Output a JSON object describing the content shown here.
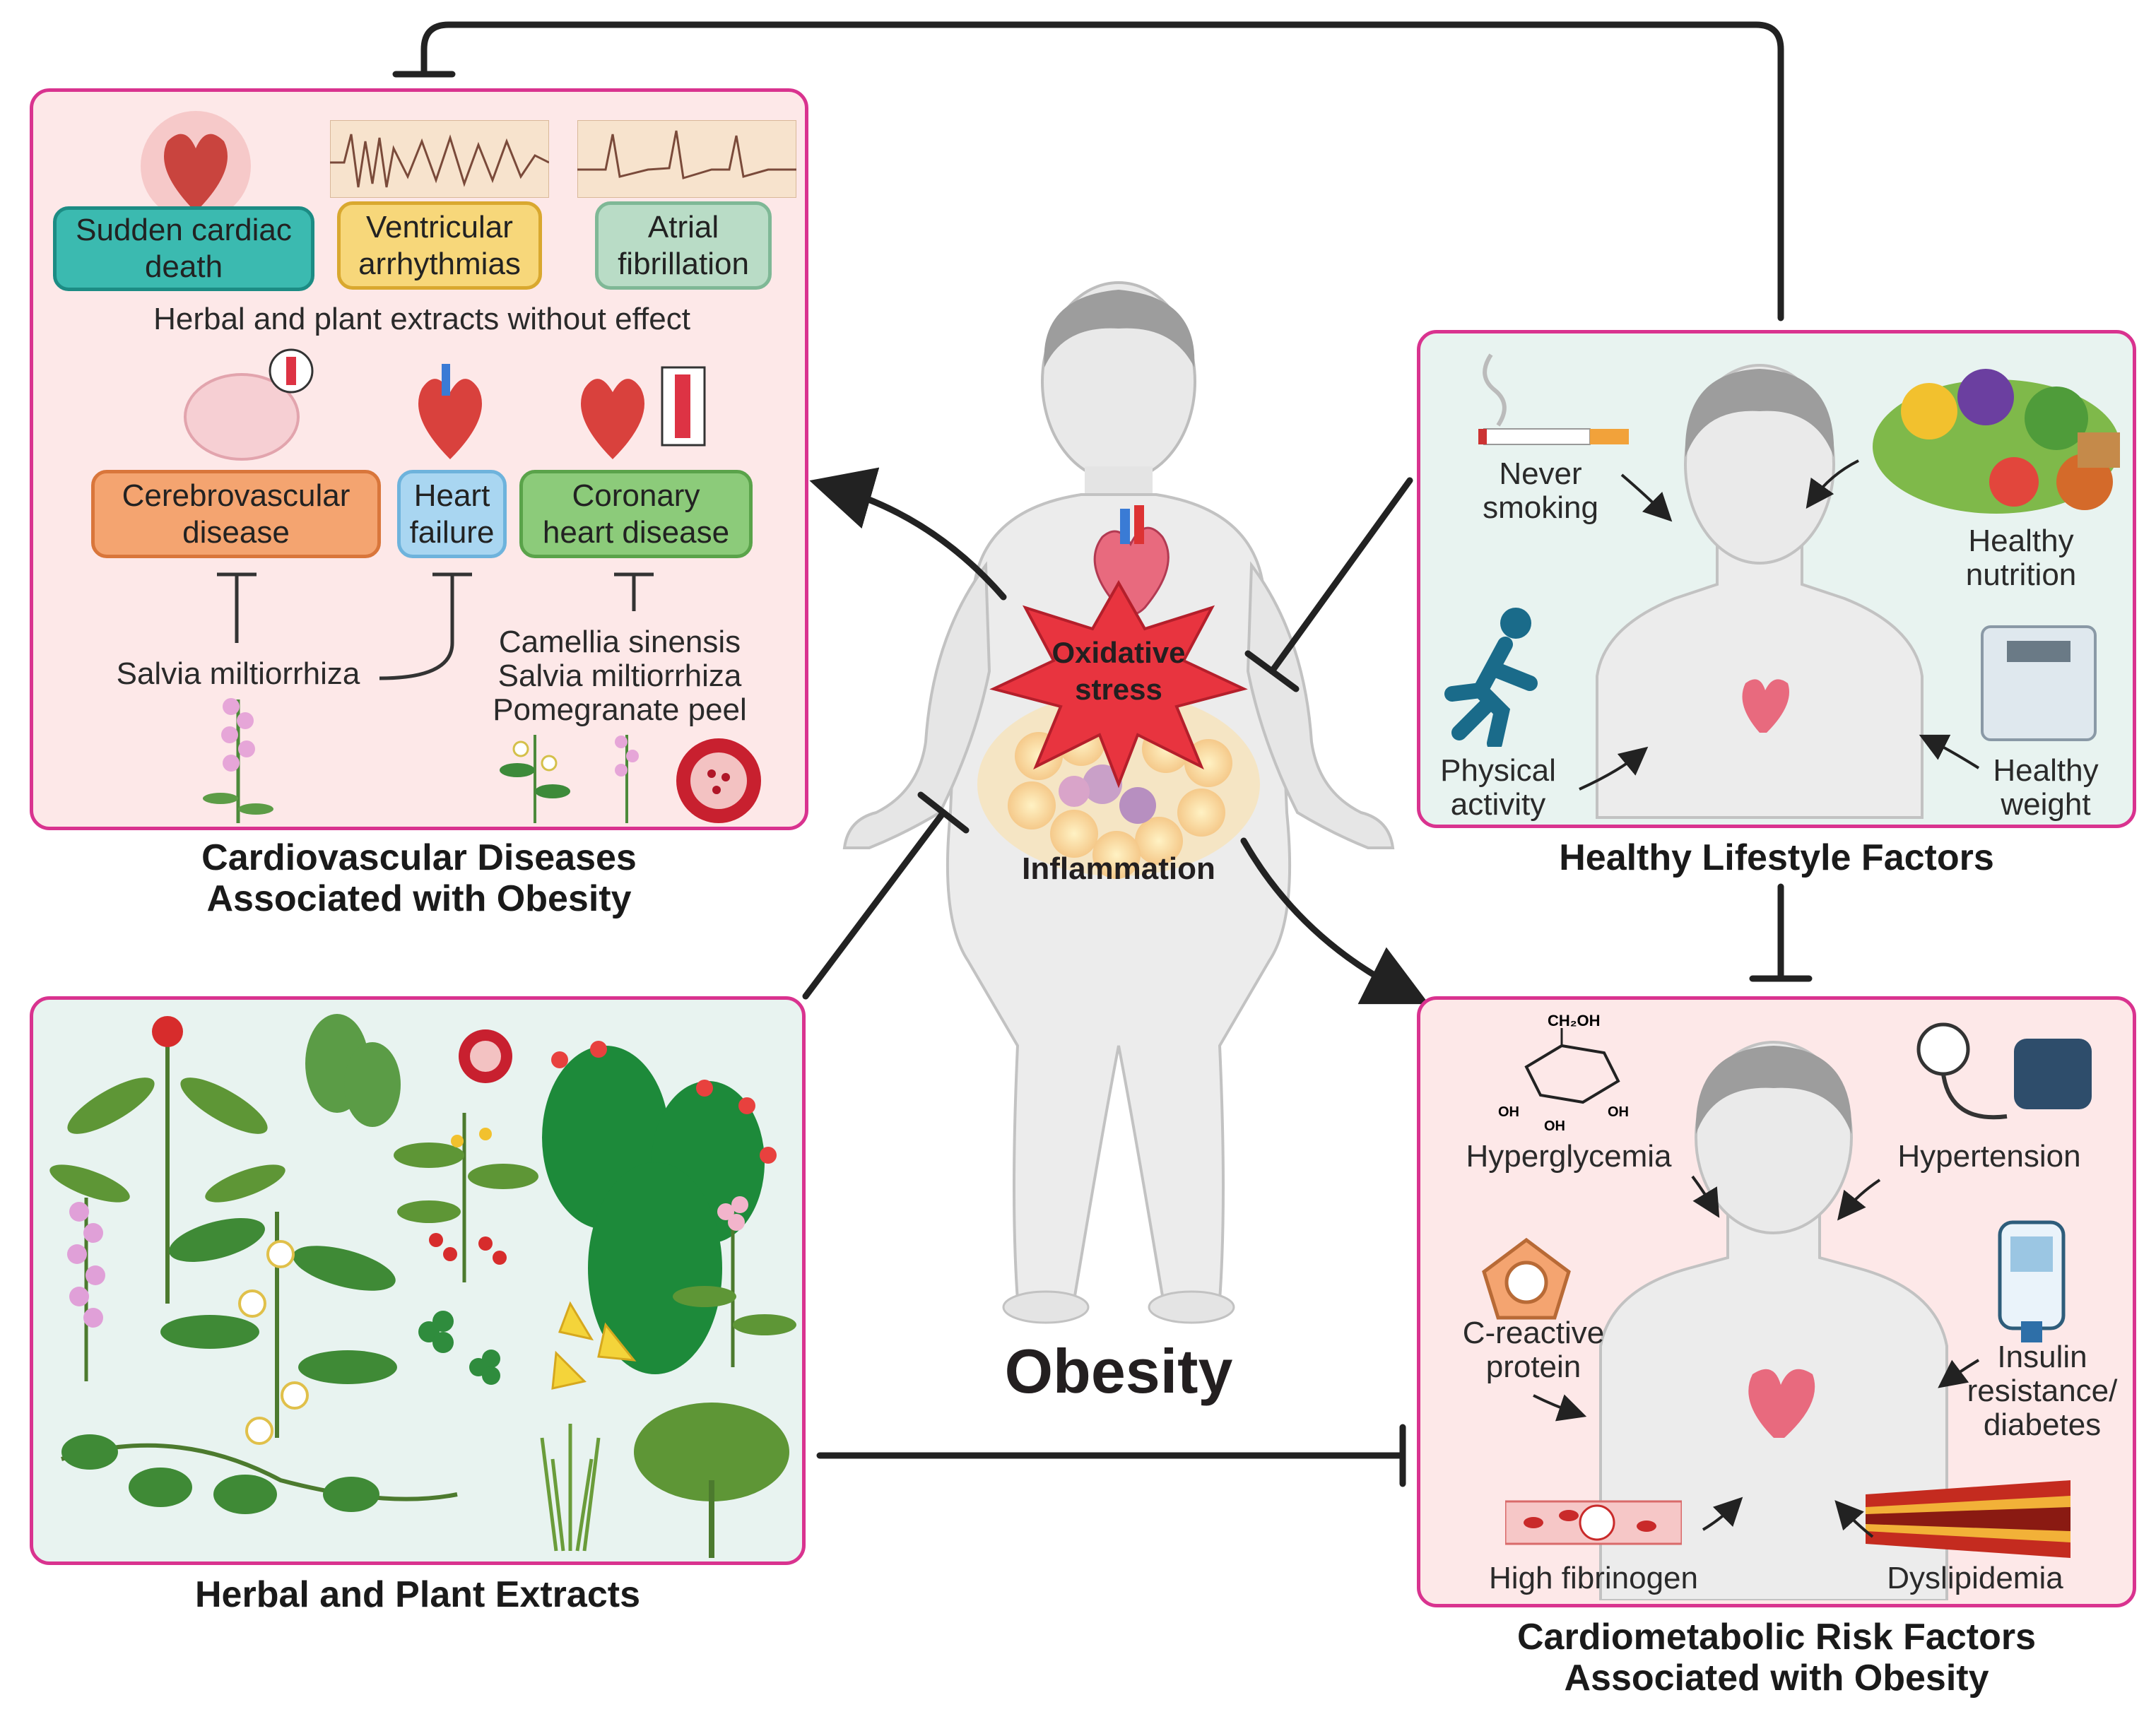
{
  "diagram": {
    "center": {
      "title": "Obesity",
      "oxidative_stress": "Oxidative\nstress",
      "inflammation": "Inflammation"
    },
    "cvd_panel": {
      "title": "Cardiovascular Diseases Associated with Obesity",
      "top_boxes": [
        {
          "label": "Sudden cardiac\ndeath",
          "color": "#3bbab0"
        },
        {
          "label": "Ventricular\narrhythmias",
          "color": "#f7d77a"
        },
        {
          "label": "Atrial\nfibrillation",
          "color": "#b9dcc6"
        }
      ],
      "no_effect_note": "Herbal and plant extracts without effect",
      "bottom_boxes": [
        {
          "label": "Cerebrovascular\ndisease",
          "color": "#f4a470"
        },
        {
          "label": "Heart\nfailure",
          "color": "#a9d6f1"
        },
        {
          "label": "Coronary\nheart disease",
          "color": "#8ccb7a"
        }
      ],
      "extract_left": "Salvia miltiorrhiza",
      "extract_right": "Camellia sinensis\nSalvia miltiorrhiza\nPomegranate peel"
    },
    "lifestyle_panel": {
      "title": "Healthy Lifestyle Factors",
      "items": {
        "never_smoking": "Never\nsmoking",
        "healthy_nutrition": "Healthy\nnutrition",
        "physical_activity": "Physical\nactivity",
        "healthy_weight": "Healthy\nweight"
      }
    },
    "herbal_panel": {
      "title": "Herbal and Plant Extracts"
    },
    "risk_panel": {
      "title": "Cardiometabolic Risk Factors Associated with Obesity",
      "items": {
        "hyperglycemia": "Hyperglycemia",
        "hypertension": "Hypertension",
        "crp": "C-reactive\nprotein",
        "insulin": "Insulin\nresistance/\ndiabetes",
        "fibrinogen": "High fibrinogen",
        "dyslipidemia": "Dyslipidemia"
      },
      "glucose_labels": {
        "ch2oh": "CH₂OH",
        "oh": "OH"
      }
    },
    "colors": {
      "panel_border": "#d9338f",
      "arrow": "#222222",
      "star": "#e8343f",
      "pink_panel": "#fde8e8",
      "mint_panel": "#e8f3f0"
    }
  }
}
